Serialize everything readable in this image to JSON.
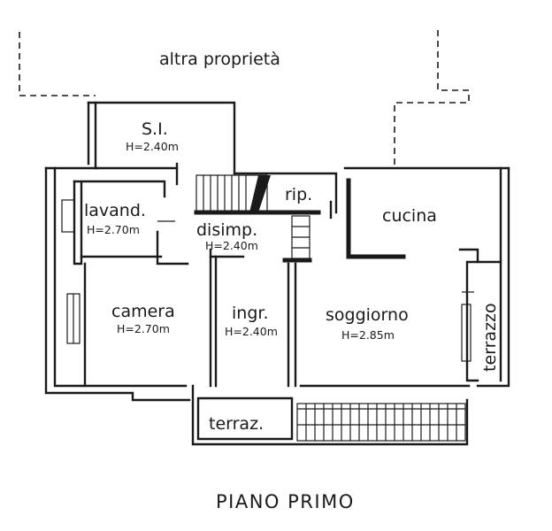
{
  "plan": {
    "title": "PIANO PRIMO",
    "neighbor": "altra proprietà",
    "rooms": {
      "si": {
        "name": "S.I.",
        "height": "H=2.40m"
      },
      "lavanderia": {
        "name": "lavand.",
        "height": "H=2.70m"
      },
      "disimpegno": {
        "name": "disimp.",
        "height": "H=2.40m"
      },
      "ripostiglio": {
        "name": "rip."
      },
      "cucina": {
        "name": "cucina"
      },
      "camera": {
        "name": "camera",
        "height": "H=2.70m"
      },
      "ingresso": {
        "name": "ingr.",
        "height": "H=2.40m"
      },
      "soggiorno": {
        "name": "soggiorno",
        "height": "H=2.85m"
      },
      "terrazzo_right": {
        "name": "terrazzo"
      },
      "terrazzo_bottom": {
        "name": "terraz."
      }
    }
  }
}
